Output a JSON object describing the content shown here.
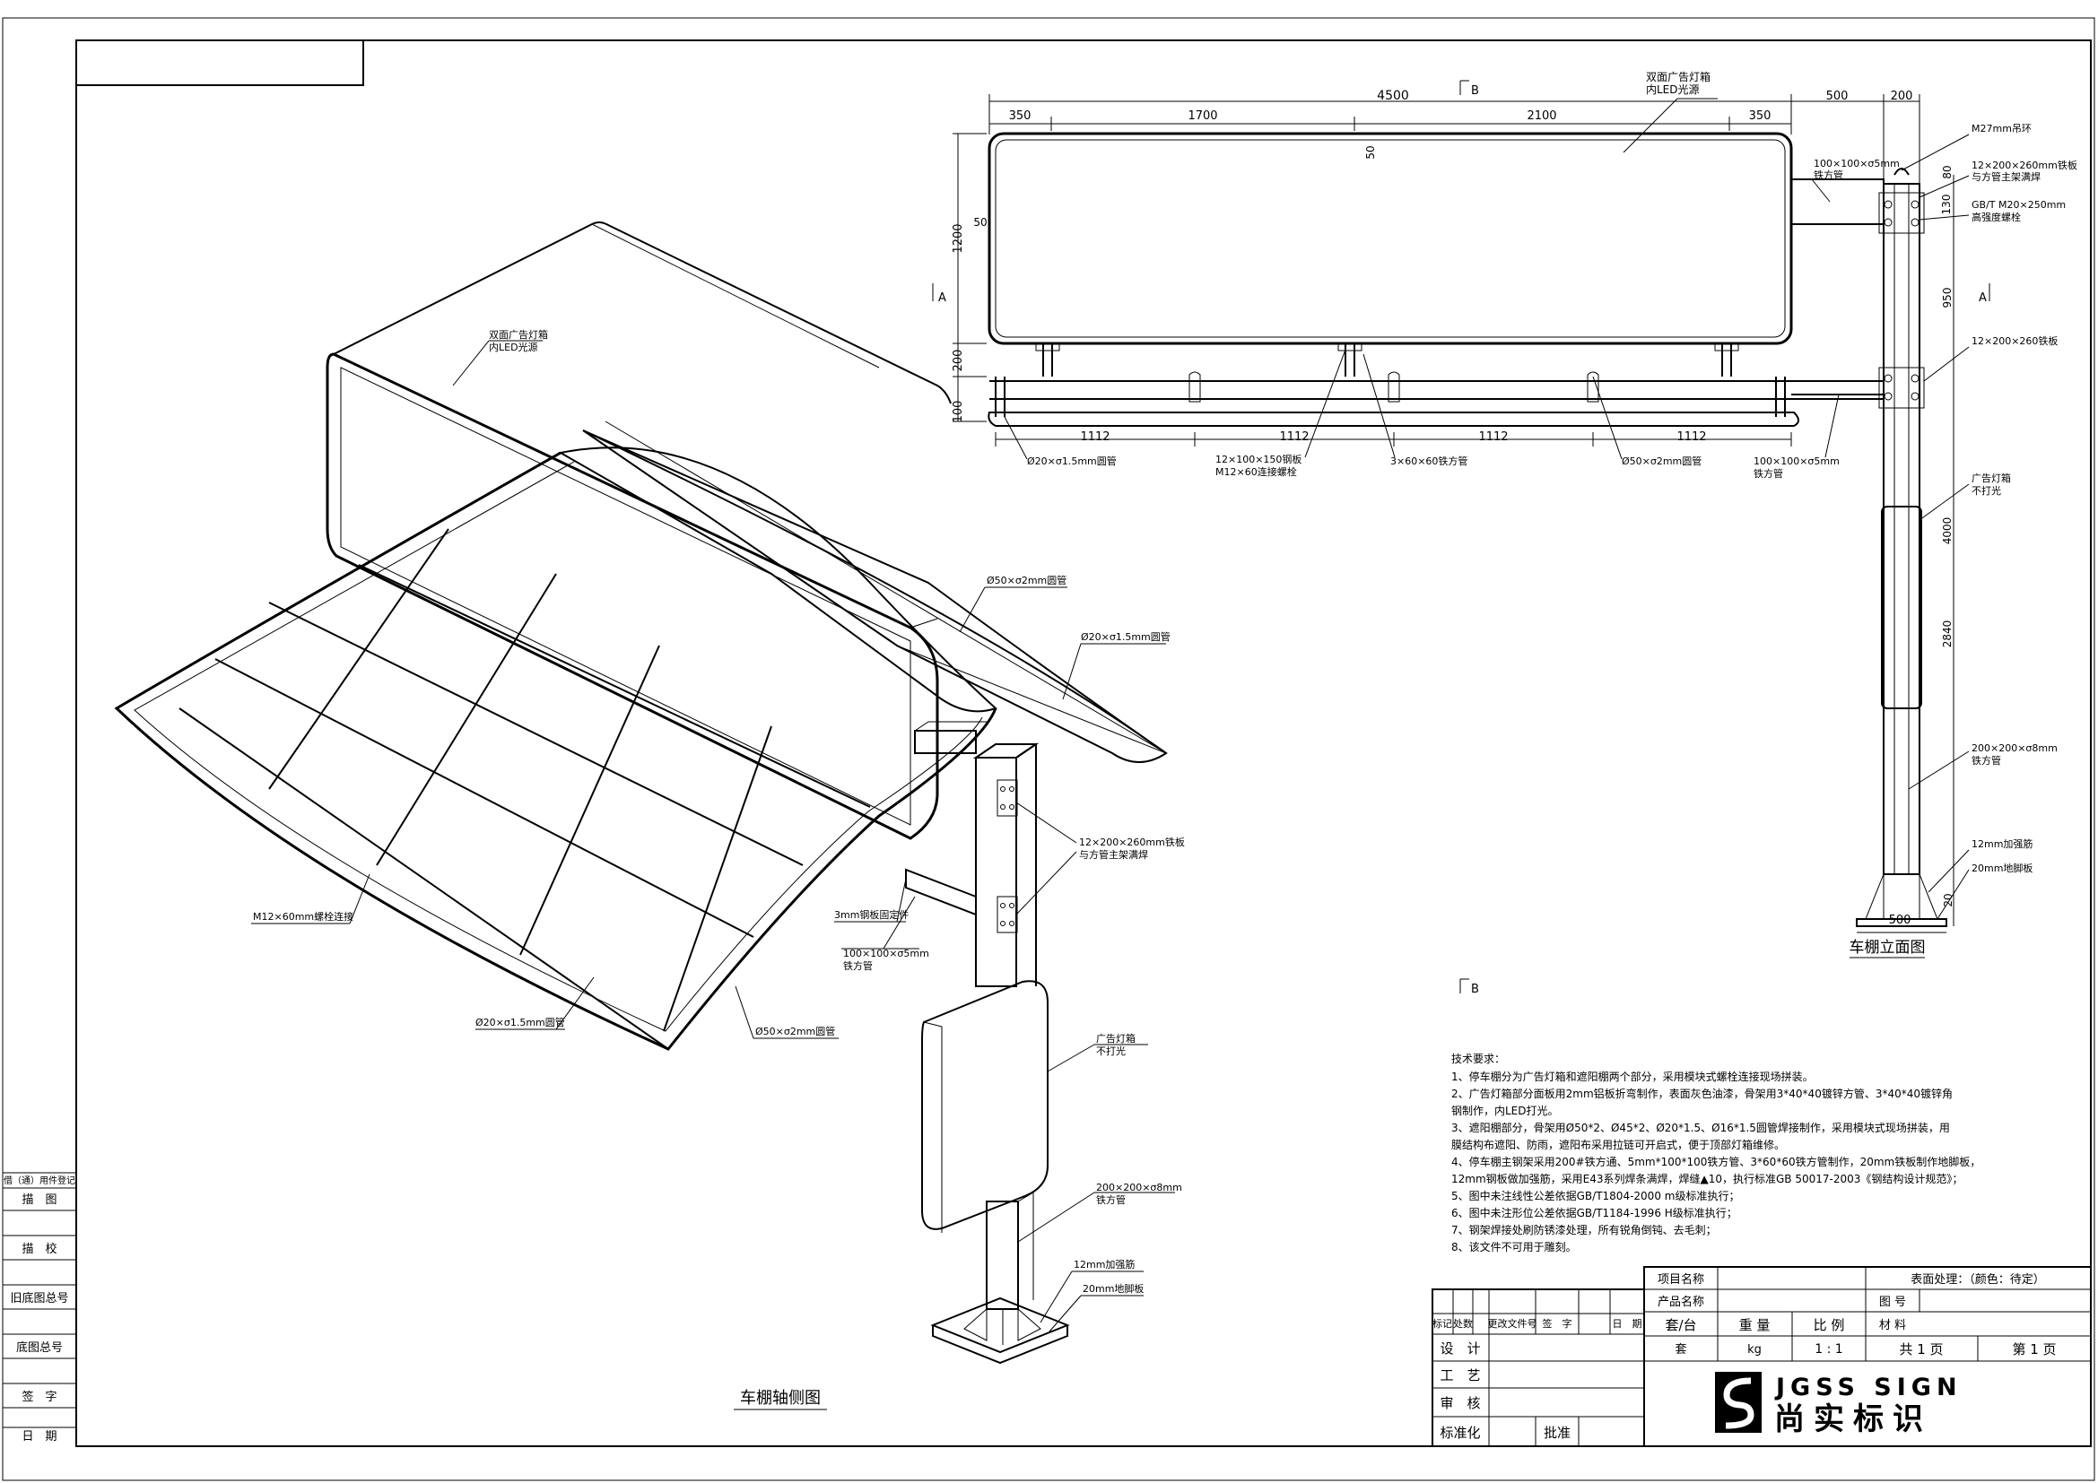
{
  "elevation": {
    "title": "车棚立面图",
    "dims_top": [
      "350",
      "1700",
      "2100",
      "350"
    ],
    "dim_total": "4500",
    "dims_pole": [
      "500",
      "200"
    ],
    "dims_lower": [
      "1112",
      "1112",
      "1112",
      "1112"
    ],
    "dims_left": [
      "1200",
      "200",
      "100"
    ],
    "dims_right": [
      "80",
      "130",
      "950",
      "4000",
      "2840"
    ],
    "dim_base": "500",
    "dim_base_h": "20",
    "dim_50_a": "50",
    "dim_50_b": "50",
    "section_a_left": "A",
    "section_a_right": "A",
    "section_b_top": "B",
    "section_b_bottom": "B",
    "labels": {
      "lightbox_1": "双面广告灯箱",
      "lightbox_2": "内LED光源",
      "ring": "M27mm吊环",
      "plate_1": "12×200×260mm铁板",
      "plate_2": "与方管主架满焊",
      "bolt_1": "GB/T M20×250mm",
      "bolt_2": "高强度螺栓",
      "plate_lower": "12×200×260铁板",
      "tube_1": "100×100×σ5mm",
      "tube_2": "铁方管",
      "ad_box_1": "广告灯箱",
      "ad_box_2": "不打光",
      "main_tube_1": "200×200×σ8mm",
      "main_tube_2": "铁方管",
      "rib": "12mm加强筋",
      "foot": "20mm地脚板",
      "pipe20": "Ø20×σ1.5mm圆管",
      "steel_1": "12×100×150钢板",
      "steel_2": "M12×60连接螺栓",
      "angle": "3×60×60铁方管",
      "pipe50": "Ø50×σ2mm圆管",
      "tube_low_1": "100×100×σ5mm",
      "tube_low_2": "铁方管"
    }
  },
  "iso": {
    "title": "车棚轴侧图",
    "labels": {
      "lightbox_1": "双面广告灯箱",
      "lightbox_2": "内LED光源",
      "pipe50_top": "Ø50×σ2mm圆管",
      "pipe20_right": "Ø20×σ1.5mm圆管",
      "plate_1": "12×200×260mm铁板",
      "plate_2": "与方管主架满焊",
      "bolt": "M12×60mm螺栓连接",
      "fix": "3mm钢板固定件",
      "tube_1": "100×100×σ5mm",
      "tube_2": "铁方管",
      "pipe20_bottom": "Ø20×σ1.5mm圆管",
      "pipe50_bottom": "Ø50×σ2mm圆管",
      "ad_box_1": "广告灯箱",
      "ad_box_2": "不打光",
      "main_tube_1": "200×200×σ8mm",
      "main_tube_2": "铁方管",
      "rib": "12mm加强筋",
      "foot": "20mm地脚板"
    }
  },
  "notes": {
    "heading": "技术要求：",
    "lines": [
      "1、停车棚分为广告灯箱和遮阳棚两个部分，采用模块式螺栓连接现场拼装。",
      "2、广告灯箱部分面板用2mm铝板折弯制作，表面灰色油漆，骨架用3*40*40镀锌方管、3*40*40镀锌角",
      "钢制作，内LED打光。",
      "3、遮阳棚部分，骨架用Ø50*2、Ø45*2、Ø20*1.5、Ø16*1.5圆管焊接制作，采用模块式现场拼装，用",
      "膜结构布遮阳、防雨，遮阳布采用拉链可开启式，便于顶部灯箱维修。",
      "4、停车棚主钢架采用200#铁方通、5mm*100*100铁方管、3*60*60铁方管制作，20mm铁板制作地脚板，",
      "12mm钢板做加强筋，采用E43系列焊条满焊，焊缝▲10，执行标准GB 50017-2003《钢结构设计规范》；",
      "5、图中未注线性公差依据GB/T1804-2000 m级标准执行；",
      "6、图中未注形位公差依据GB/T1184-1996 H级标准执行；",
      "7、钢架焊接处刷防锈漆处理，所有锐角倒钝、去毛刺；",
      "8、该文件不可用于雕刻。"
    ]
  },
  "left_strip": {
    "items": [
      "借（通）用件登记",
      "描　图",
      "描　校",
      "旧底图总号",
      "底图总号",
      "签　字",
      "日　期"
    ]
  },
  "title_block": {
    "project_name_label": "项目名称",
    "product_name_label": "产品名称",
    "surface_label": "表面处理：（颜色：待定）",
    "drawing_no_label": "图 号",
    "material_label": "材 料",
    "set_label": "套/台",
    "weight_label": "重 量",
    "scale_label": "比 例",
    "set_value": "套",
    "weight_value": "kg",
    "scale_value": "1 : 1",
    "pages_total": "共 1 页",
    "page_no": "第 1 页",
    "rev_headers": [
      "标记",
      "处数",
      "更改文件号",
      "签　字",
      "日　期"
    ],
    "roles": [
      "设　计",
      "工　艺",
      "审　核",
      "标准化"
    ],
    "approve_label": "批准",
    "brand_en": "JGSS SIGN",
    "brand_cn": "尚实标识"
  }
}
